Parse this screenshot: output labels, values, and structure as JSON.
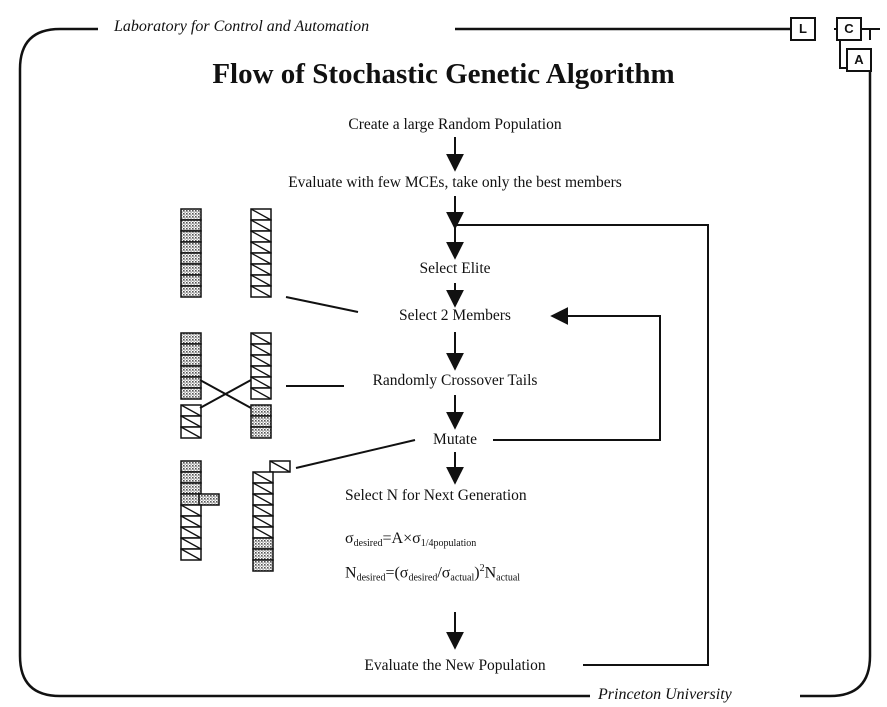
{
  "header": {
    "lab": "Laboratory for Control and Automation",
    "university": "Princeton University",
    "logo_letters": [
      "L",
      "C",
      "A"
    ]
  },
  "title": "Flow of Stochastic Genetic Algorithm",
  "steps": {
    "create": "Create a large Random Population",
    "evaluate_initial": "Evaluate with few MCEs, take only the best members",
    "select_elite": "Select Elite",
    "select_members": "Select 2 Members",
    "crossover": "Randomly Crossover Tails",
    "mutate": "Mutate",
    "select_n": "Select N for Next Generation",
    "evaluate_new": "Evaluate the New Population"
  },
  "equations": {
    "sigma_symbol": "σ",
    "sigma_sub": "desired",
    "sigma_mid": "=A×σ",
    "sigma_rhs_sub": "1/4population",
    "n_symbol": "N",
    "n_sub": "desired",
    "n_mid": "=(σ",
    "n_mid_sub": "desired",
    "n_slash": "/σ",
    "n_actual_sub": "actual",
    "n_close": ")",
    "n_exp": "2",
    "n_tail": "N",
    "n_tail_sub": "actual"
  },
  "colors": {
    "ink": "#111111",
    "stipple": "#9a9a9a",
    "background": "#ffffff"
  }
}
